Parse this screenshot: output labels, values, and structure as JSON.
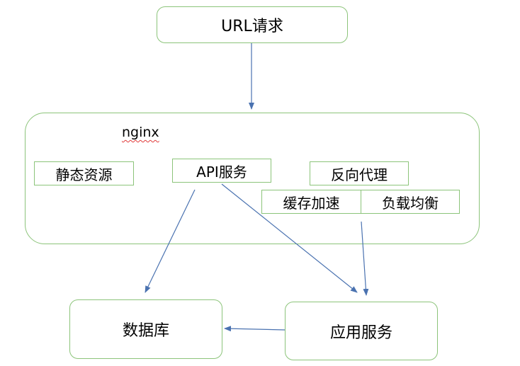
{
  "diagram": {
    "url_request": "URL请求",
    "nginx": "nginx",
    "static_resources": "静态资源",
    "api_service": "API服务",
    "reverse_proxy": "反向代理",
    "cache_acceleration": "缓存加速",
    "load_balancing": "负载均衡",
    "database": "数据库",
    "application_service": "应用服务"
  },
  "colors": {
    "box_border": "#8cc47a",
    "arrow": "#4a72b0",
    "nginx_underline": "#e03a3a"
  }
}
